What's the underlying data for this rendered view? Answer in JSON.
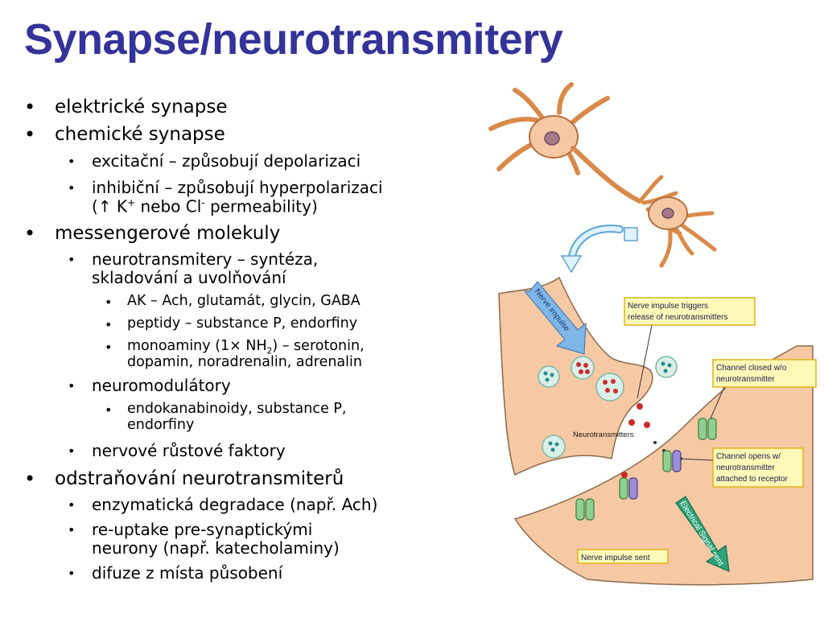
{
  "title": "Synapse/neurotransmitery",
  "bullets": {
    "b1": "elektrické synapse",
    "b2": "chemické synapse",
    "b2_1": "excitační – způsobují depolarizaci",
    "b2_2_line1": "inhibiční – způsobují hyperpolarizaci",
    "b2_2_line2_pre": "(",
    "b2_2_arrow": "↑",
    "b2_2_k": " K",
    "b2_2_ksup": "+",
    "b2_2_mid": " nebo Cl",
    "b2_2_clsup": "-",
    "b2_2_post": " permeability)",
    "b3": "messengerové molekuly",
    "b3_1_line1": "neurotransmitery – syntéza,",
    "b3_1_line2": "skladování a uvolňování",
    "b3_1_1": "AK – Ach, glutamát, glycin, GABA",
    "b3_1_2": "peptidy – substance P, endorfiny",
    "b3_1_3_pre": "monoaminy (1",
    "b3_1_3_times": "×",
    "b3_1_3_nh": " NH",
    "b3_1_3_sub": "2",
    "b3_1_3_post": ") – serotonin,",
    "b3_1_3_line2": "dopamin, noradrenalin, adrenalin",
    "b3_2": "neuromodulátory",
    "b3_2_1_line1": "endokanabinoidy, substance P,",
    "b3_2_1_line2": "endorfiny",
    "b3_3": "nervové růstové faktory",
    "b4": "odstraňování neurotransmiterů",
    "b4_1": "enzymatická degradace (např. Ach)",
    "b4_2_line1": "re-uptake pre-synaptickými",
    "b4_2_line2": "neurony (např. katecholaminy)",
    "b4_3": "difuze z místa působení",
    "bullet_char": "•"
  },
  "diagram": {
    "nerve_impulse_arrow": "Nerve impulse",
    "triggers_line1": "Nerve impulse triggers",
    "triggers_line2": "release of neurotransmitters",
    "closed_line1": "Channel closed w/o",
    "closed_line2": "neurotransmitter",
    "neurotransmitters": "Neurotransmitters",
    "opens_line1": "Channel opens w/",
    "opens_line2": "neurotransmitter",
    "opens_line3": "attached to receptor",
    "electrical_signal": "Electrical Signal sent",
    "impulse_sent": "Nerve impulse sent"
  },
  "colors": {
    "title": "#333399",
    "membrane": "#f6c9a4",
    "membrane_stroke": "#8a6a4a",
    "label_box": "#fff9b8",
    "label_border": "#e0b21a",
    "arrow_blue": "#7fb6e8",
    "arrow_green": "#2ea37a",
    "vesicle": "#d9efe8",
    "receptor": "#8fcf8f"
  }
}
